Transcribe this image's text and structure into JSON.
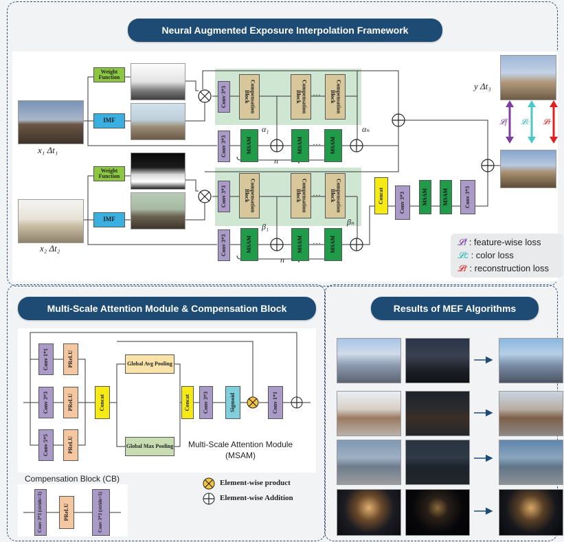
{
  "titles": {
    "framework": "Neural Augmented Exposure Interpolation Framework",
    "msam": "Multi-Scale Attention Module & Compensation Block",
    "results": "Results of MEF Algorithms"
  },
  "blocks": {
    "weight_function": "Weight Function",
    "imf": "IMF",
    "conv33": "Conv 3*3",
    "compensation_block": "Compensation Block",
    "msam": "MSAM",
    "concat": "Concat",
    "dots": "…",
    "conv11": "Conv 1*1",
    "conv55": "Conv 5*5",
    "prelu": "PReLU",
    "global_avg": "Global Avg Pooling",
    "global_max": "Global Max Pooling",
    "sigmoid": "Sigmoid",
    "conv33_stride": "Conv 3*3 (stride=1)"
  },
  "labels": {
    "x1": "x₁ Δt₁",
    "x2": "x₂ Δt₂",
    "y": "y Δt₃",
    "alpha1": "α₁",
    "alphan": "αₙ",
    "beta1": "β₁",
    "betan": "βₙ",
    "n": "n",
    "msam_caption": "Multi-Scale Attention Module",
    "msam_abbr": "(MSAM)",
    "cb_caption": "Compensation Block (CB)",
    "elementwise_product": "Element-wise product",
    "elementwise_addition": "Element-wise Addition"
  },
  "legend": [
    {
      "symbol": "𝓛f",
      "text": ": feature-wise loss",
      "color": "#7b3fa0"
    },
    {
      "symbol": "𝓛c",
      "text": ": color loss",
      "color": "#33b8b8"
    },
    {
      "symbol": "𝓛r",
      "text": ": reconstruction loss",
      "color": "#e02020"
    }
  ],
  "arrow_colors": {
    "feature": "#7b3fa0",
    "color": "#4cc7c7",
    "reconstruction": "#e02020"
  }
}
